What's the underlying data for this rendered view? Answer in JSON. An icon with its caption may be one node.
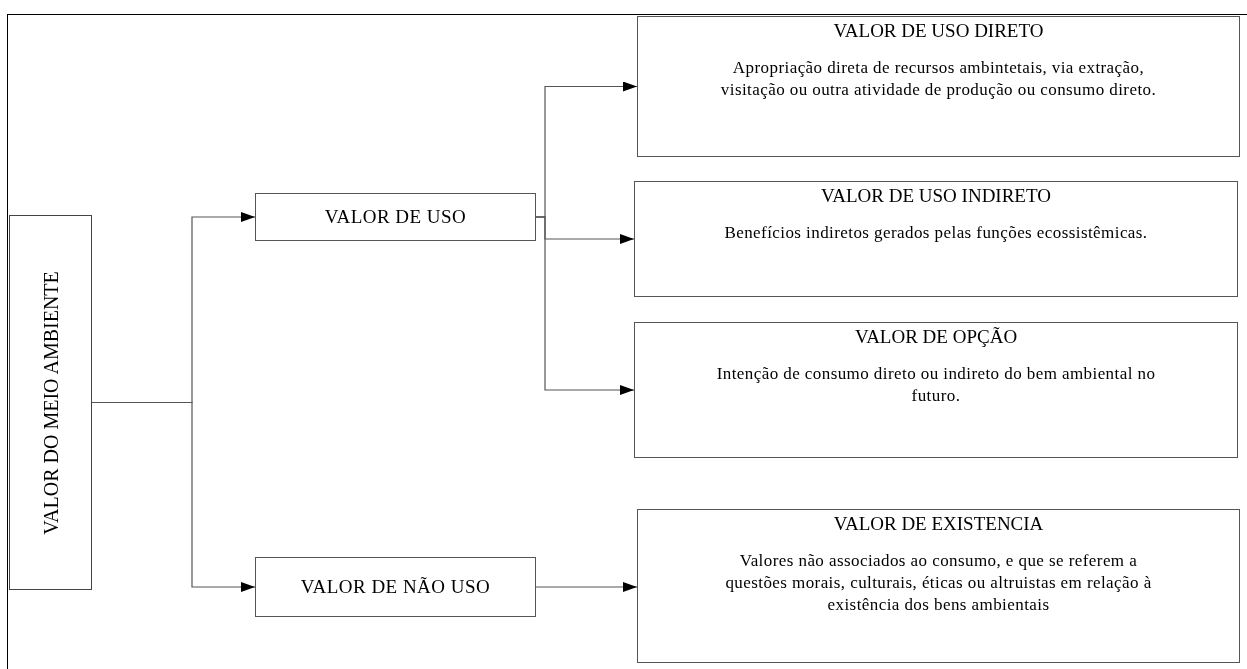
{
  "diagram": {
    "nodes": [
      {
        "text": [
          "VALOR DO MEIO AMBIENTE"
        ]
      },
      {
        "text": [
          "VALOR DE USO"
        ]
      },
      {
        "text": [
          "VALOR DE NÃO USO"
        ]
      },
      {
        "text": [
          "VALOR DE USO DIRETO",
          "Apropriação direta de recursos ambintetais, via extração, visitação ou outra atividade de produção ou consumo direto."
        ]
      },
      {
        "text": [
          "VALOR DE USO INDIRETO",
          "Benefícios indiretos gerados pelas funções ecossistêmicas."
        ]
      },
      {
        "text": [
          "VALOR DE OPÇÃO",
          "Intenção de consumo direto ou indireto do bem ambiental no futuro."
        ]
      },
      {
        "text": [
          "VALOR DE EXISTENCIA",
          "Valores não associados ao consumo, e que se referem a questões morais, culturais, éticas ou altruistas em relação à existência dos bens ambientais"
        ]
      }
    ],
    "edges": [
      {
        "from": 0,
        "to": 1,
        "arrow": "to"
      },
      {
        "from": 0,
        "to": 2,
        "arrow": "to"
      },
      {
        "from": 1,
        "to": 3,
        "arrow": "to"
      },
      {
        "from": 1,
        "to": 4,
        "arrow": "to"
      },
      {
        "from": 1,
        "to": 5,
        "arrow": "to"
      },
      {
        "from": 2,
        "to": 6,
        "arrow": "to"
      }
    ]
  }
}
